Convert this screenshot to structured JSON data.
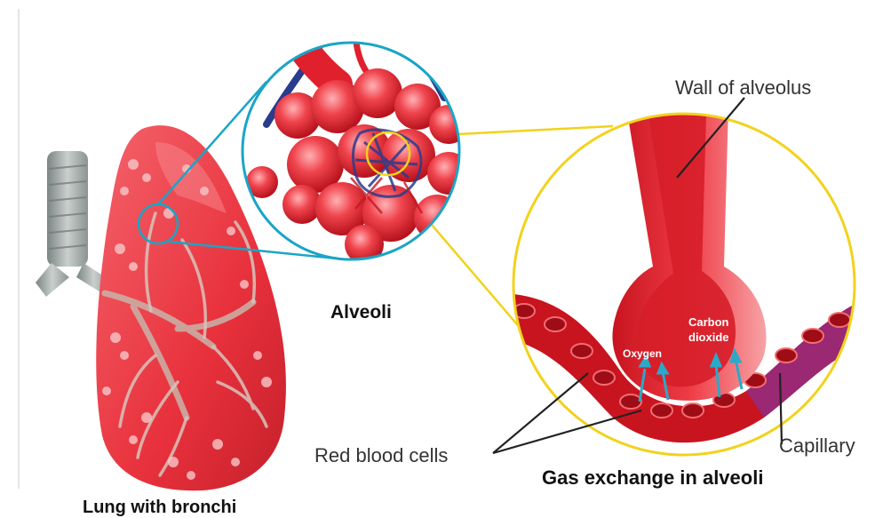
{
  "labels": {
    "wall_of_alveolus": "Wall of alveolus",
    "alveoli": "Alveoli",
    "carbon_dioxide_line1": "Carbon",
    "carbon_dioxide_line2": "dioxide",
    "oxygen": "Oxygen",
    "red_blood_cells": "Red blood cells",
    "capillary": "Capillary",
    "gas_exchange_caption": "Gas exchange in alveoli",
    "lung_caption": "Lung with bronchi"
  },
  "colors": {
    "lung_red": "#e8313c",
    "lung_light": "#f15b64",
    "trachea_gray": "#9aa3a0",
    "zoom_circle_blue": "#1aa5c6",
    "zoom_circle_yellow": "#f2d21c",
    "vessel_blue": "#2a3c8c",
    "alveolus_red": "#f0444d",
    "capillary_purple": "#8b2f8f",
    "arrow_blue": "#2aa9c9"
  }
}
